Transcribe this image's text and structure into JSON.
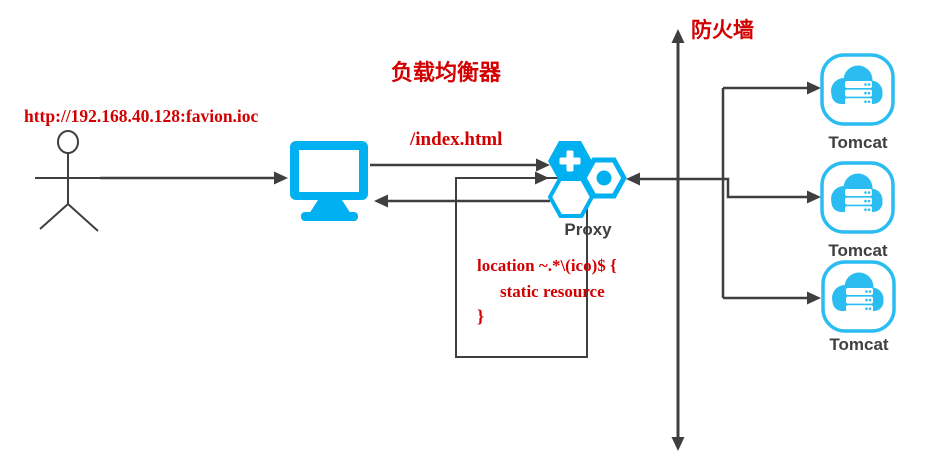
{
  "diagram": {
    "user_request_url": "http://192.168.40.128:favion.ioc",
    "load_balancer_title": "负载均衡器",
    "request_path": "/index.html",
    "firewall_title": "防火墙",
    "proxy_label": "Proxy",
    "nginx_config": {
      "line1": "location ~.*\\(ico)$ {",
      "line2": "static resource",
      "line3": "}"
    },
    "servers": [
      {
        "label": "Tomcat"
      },
      {
        "label": "Tomcat"
      },
      {
        "label": "Tomcat"
      }
    ],
    "colors": {
      "accent_cyan": "#00B0F0",
      "tomcat_cyan": "#2BBDF1",
      "text_red": "#D20000",
      "label_gray": "#404040",
      "line_gray": "#3F3F3F"
    }
  }
}
